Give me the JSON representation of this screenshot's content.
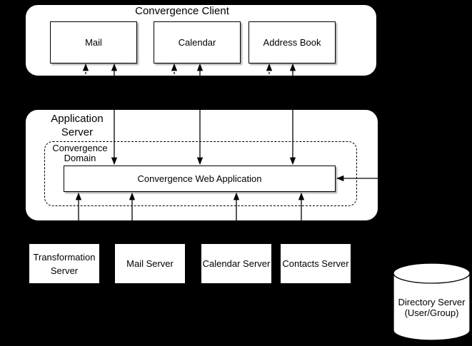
{
  "colors": {
    "background": "#000000",
    "shape_fill": "#ffffff",
    "stroke": "#000000",
    "text": "#000000"
  },
  "client": {
    "title": "Convergence Client",
    "boxes": [
      {
        "label": "Mail"
      },
      {
        "label": "Calendar"
      },
      {
        "label": "Address Book"
      }
    ]
  },
  "application_server": {
    "title": "Application Server",
    "domain_label": "Convergence Domain",
    "web_application": "Convergence Web Application"
  },
  "backend_servers": [
    {
      "label": "Transformation Server"
    },
    {
      "label": "Mail Server"
    },
    {
      "label": "Calendar Server"
    },
    {
      "label": "Contacts Server"
    }
  ],
  "directory_server": {
    "label": "Directory Server (User/Group)"
  },
  "connectors": [
    {
      "from": "Convergence Web Application",
      "to": "Mail",
      "style": "solid",
      "arrows": "both"
    },
    {
      "from": "Convergence Web Application",
      "to": "Calendar",
      "style": "solid",
      "arrows": "both"
    },
    {
      "from": "Convergence Web Application",
      "to": "Address Book",
      "style": "solid",
      "arrows": "both"
    },
    {
      "from": "hidden",
      "to": "Mail",
      "style": "dashed",
      "arrows": "end"
    },
    {
      "from": "hidden",
      "to": "Calendar",
      "style": "dashed",
      "arrows": "end"
    },
    {
      "from": "hidden",
      "to": "Address Book",
      "style": "dashed",
      "arrows": "end"
    },
    {
      "from": "Transformation Server",
      "to": "Convergence Web Application",
      "style": "solid",
      "arrows": "end"
    },
    {
      "from": "Mail Server",
      "to": "Convergence Web Application",
      "style": "solid",
      "arrows": "end"
    },
    {
      "from": "Calendar Server",
      "to": "Convergence Web Application",
      "style": "solid",
      "arrows": "end"
    },
    {
      "from": "Contacts Server",
      "to": "Convergence Web Application",
      "style": "solid",
      "arrows": "end"
    },
    {
      "from": "Directory Server",
      "to": "Convergence Web Application",
      "style": "solid",
      "arrows": "end"
    }
  ]
}
